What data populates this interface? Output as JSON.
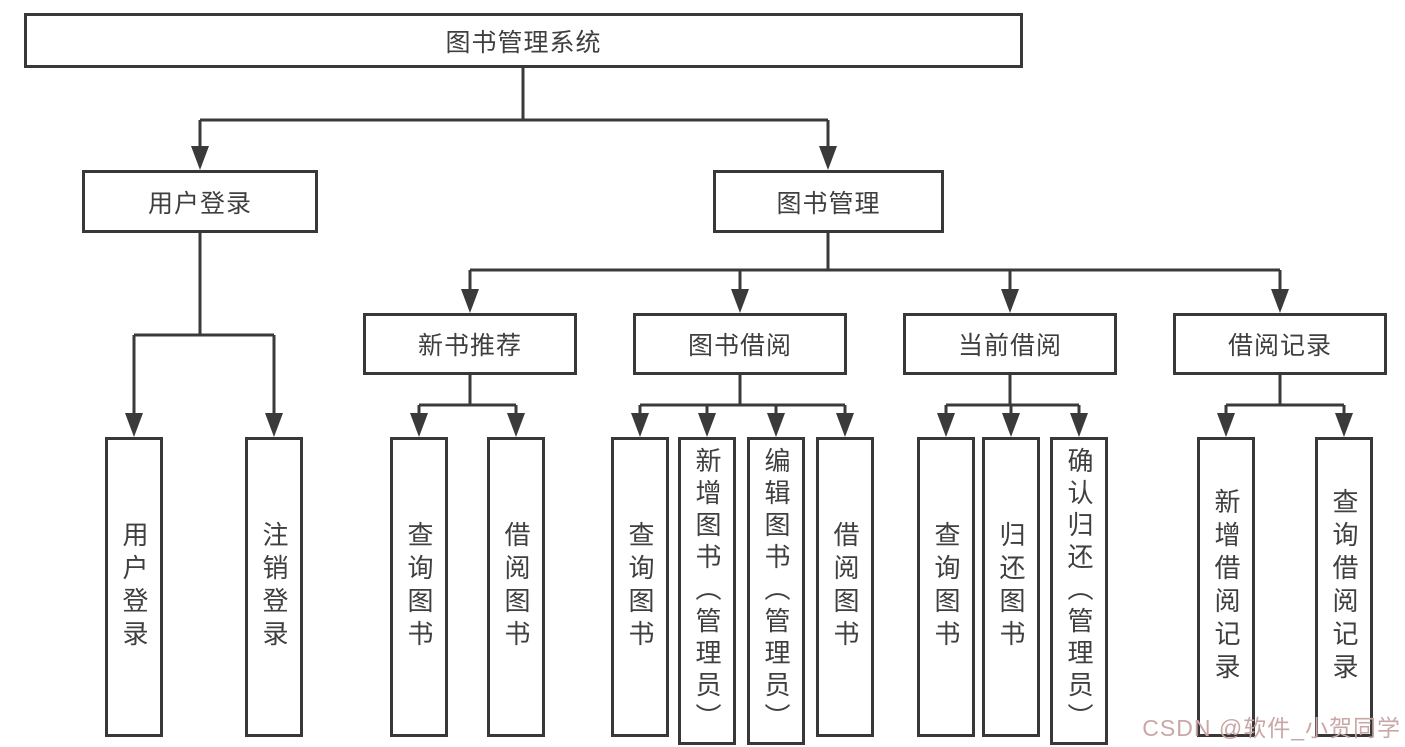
{
  "title": "图书管理系统",
  "colors": {
    "line": "#3a3a3a",
    "box_border": "#383838",
    "text": "#3f3f3f",
    "background": "#ffffff",
    "watermark": "#c9a7a7"
  },
  "tree": {
    "root": {
      "label": "图书管理系统"
    },
    "children": [
      {
        "label": "用户登录",
        "children": [
          {
            "label": "用户登录"
          },
          {
            "label": "注销登录"
          }
        ]
      },
      {
        "label": "图书管理",
        "children": [
          {
            "label": "新书推荐",
            "children": [
              {
                "label": "查询图书"
              },
              {
                "label": "借阅图书"
              }
            ]
          },
          {
            "label": "图书借阅",
            "children": [
              {
                "label": "查询图书"
              },
              {
                "label": "新增图书（管理员）"
              },
              {
                "label": "编辑图书（管理员）"
              },
              {
                "label": "借阅图书"
              }
            ]
          },
          {
            "label": "当前借阅",
            "children": [
              {
                "label": "查询图书"
              },
              {
                "label": "归还图书"
              },
              {
                "label": "确认归还（管理员）"
              }
            ]
          },
          {
            "label": "借阅记录",
            "children": [
              {
                "label": "新增借阅记录"
              },
              {
                "label": "查询借阅记录"
              }
            ]
          }
        ]
      }
    ]
  },
  "watermark": {
    "text": "CSDN @软件_小贺同学"
  }
}
